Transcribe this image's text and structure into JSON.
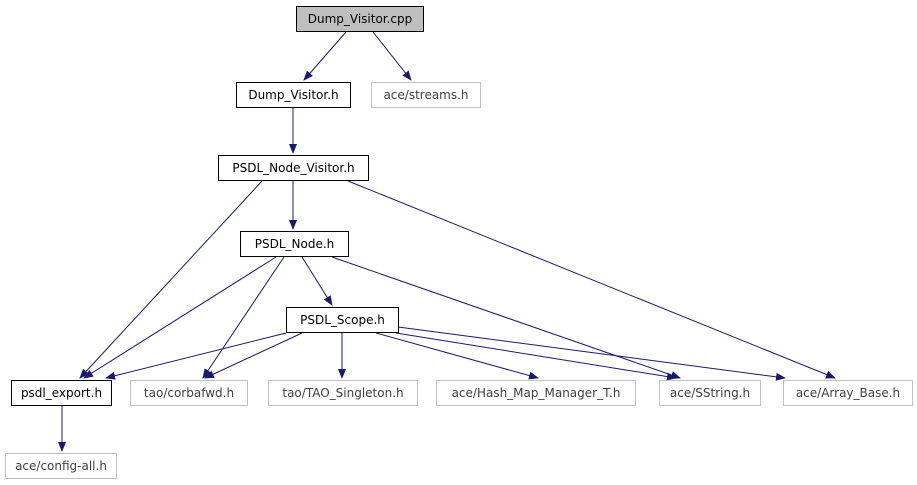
{
  "diagram": {
    "edge_color": "#191970",
    "root_fill": "#bfbfbf",
    "external_border": "#c0c0c0",
    "nodes": {
      "dump_visitor_cpp": "Dump_Visitor.cpp",
      "dump_visitor_h": "Dump_Visitor.h",
      "ace_streams_h": "ace/streams.h",
      "psdl_node_visitor_h": "PSDL_Node_Visitor.h",
      "psdl_node_h": "PSDL_Node.h",
      "psdl_scope_h": "PSDL_Scope.h",
      "psdl_export_h": "psdl_export.h",
      "tao_corbafwd_h": "tao/corbafwd.h",
      "tao_singleton_h": "tao/TAO_Singleton.h",
      "ace_hash_map_h": "ace/Hash_Map_Manager_T.h",
      "ace_sstring_h": "ace/SString.h",
      "ace_array_base_h": "ace/Array_Base.h",
      "ace_config_all_h": "ace/config-all.h"
    },
    "edges": [
      [
        "dump_visitor_cpp",
        "dump_visitor_h"
      ],
      [
        "dump_visitor_cpp",
        "ace_streams_h"
      ],
      [
        "dump_visitor_h",
        "psdl_node_visitor_h"
      ],
      [
        "psdl_node_visitor_h",
        "psdl_node_h"
      ],
      [
        "psdl_node_visitor_h",
        "psdl_export_h"
      ],
      [
        "psdl_node_visitor_h",
        "ace_array_base_h"
      ],
      [
        "psdl_node_h",
        "psdl_scope_h"
      ],
      [
        "psdl_node_h",
        "psdl_export_h"
      ],
      [
        "psdl_node_h",
        "tao_corbafwd_h"
      ],
      [
        "psdl_node_h",
        "ace_sstring_h"
      ],
      [
        "psdl_scope_h",
        "psdl_export_h"
      ],
      [
        "psdl_scope_h",
        "tao_corbafwd_h"
      ],
      [
        "psdl_scope_h",
        "tao_singleton_h"
      ],
      [
        "psdl_scope_h",
        "ace_hash_map_h"
      ],
      [
        "psdl_scope_h",
        "ace_sstring_h"
      ],
      [
        "psdl_scope_h",
        "ace_array_base_h"
      ],
      [
        "psdl_export_h",
        "ace_config_all_h"
      ]
    ]
  }
}
